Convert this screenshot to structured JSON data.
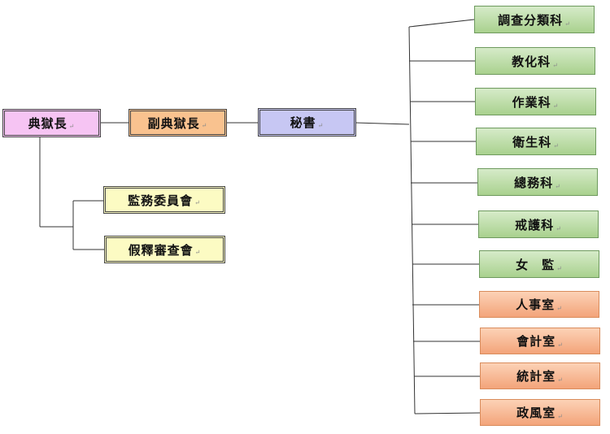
{
  "warden": {
    "label": "典獄長",
    "fill": "#f6c4f3"
  },
  "deputy_warden": {
    "label": "副典獄長",
    "fill": "#f9c28f"
  },
  "secretary": {
    "label": "秘書",
    "fill": "#c7c7f3"
  },
  "committees": [
    {
      "label": "監務委員會",
      "fill": "#fcfbc3"
    },
    {
      "label": "假釋審查會",
      "fill": "#fcfbc3"
    }
  ],
  "sections": [
    {
      "label": "調查分類科",
      "group": "section"
    },
    {
      "label": "教化科",
      "group": "section"
    },
    {
      "label": "作業科",
      "group": "section"
    },
    {
      "label": "衛生科",
      "group": "section"
    },
    {
      "label": "總務科",
      "group": "section"
    },
    {
      "label": "戒護科",
      "group": "section"
    },
    {
      "label": "女　監",
      "group": "section"
    }
  ],
  "offices": [
    {
      "label": "人事室",
      "group": "office"
    },
    {
      "label": "會計室",
      "group": "office"
    },
    {
      "label": "統計室",
      "group": "office"
    },
    {
      "label": "政風室",
      "group": "office"
    }
  ],
  "colors": {
    "section_fill": "#a9d18e",
    "office_fill": "#f3a47a",
    "connector": "#333333"
  },
  "paragraph_mark": "↵"
}
